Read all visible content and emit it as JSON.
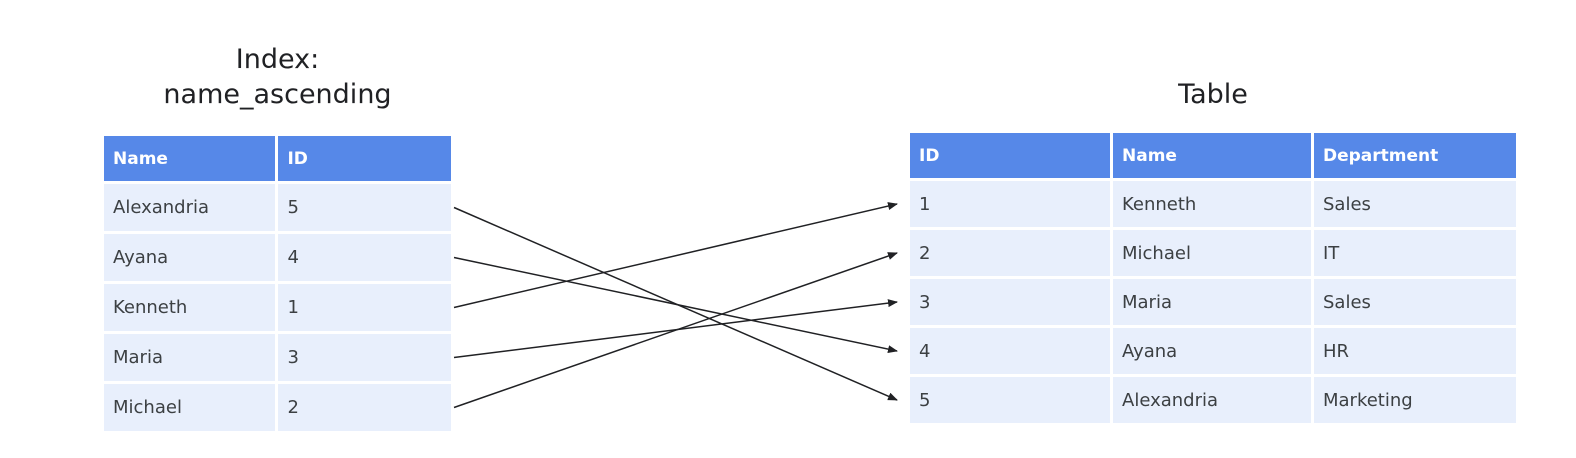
{
  "index": {
    "title_line1": "Index:",
    "title_line2": "name_ascending",
    "headers": [
      "Name",
      "ID"
    ],
    "rows": [
      [
        "Alexandria",
        "5"
      ],
      [
        "Ayana",
        "4"
      ],
      [
        "Kenneth",
        "1"
      ],
      [
        "Maria",
        "3"
      ],
      [
        "Michael",
        "2"
      ]
    ]
  },
  "table": {
    "title": "Table",
    "headers": [
      "ID",
      "Name",
      "Department"
    ],
    "rows": [
      [
        "1",
        "Kenneth",
        "Sales"
      ],
      [
        "2",
        "Michael",
        "IT"
      ],
      [
        "3",
        "Maria",
        "Sales"
      ],
      [
        "4",
        "Ayana",
        "HR"
      ],
      [
        "5",
        "Alexandria",
        "Marketing"
      ]
    ]
  },
  "colors": {
    "header_bg": "#5688e8",
    "cell_bg": "#e8effc",
    "arrow": "#202124"
  }
}
